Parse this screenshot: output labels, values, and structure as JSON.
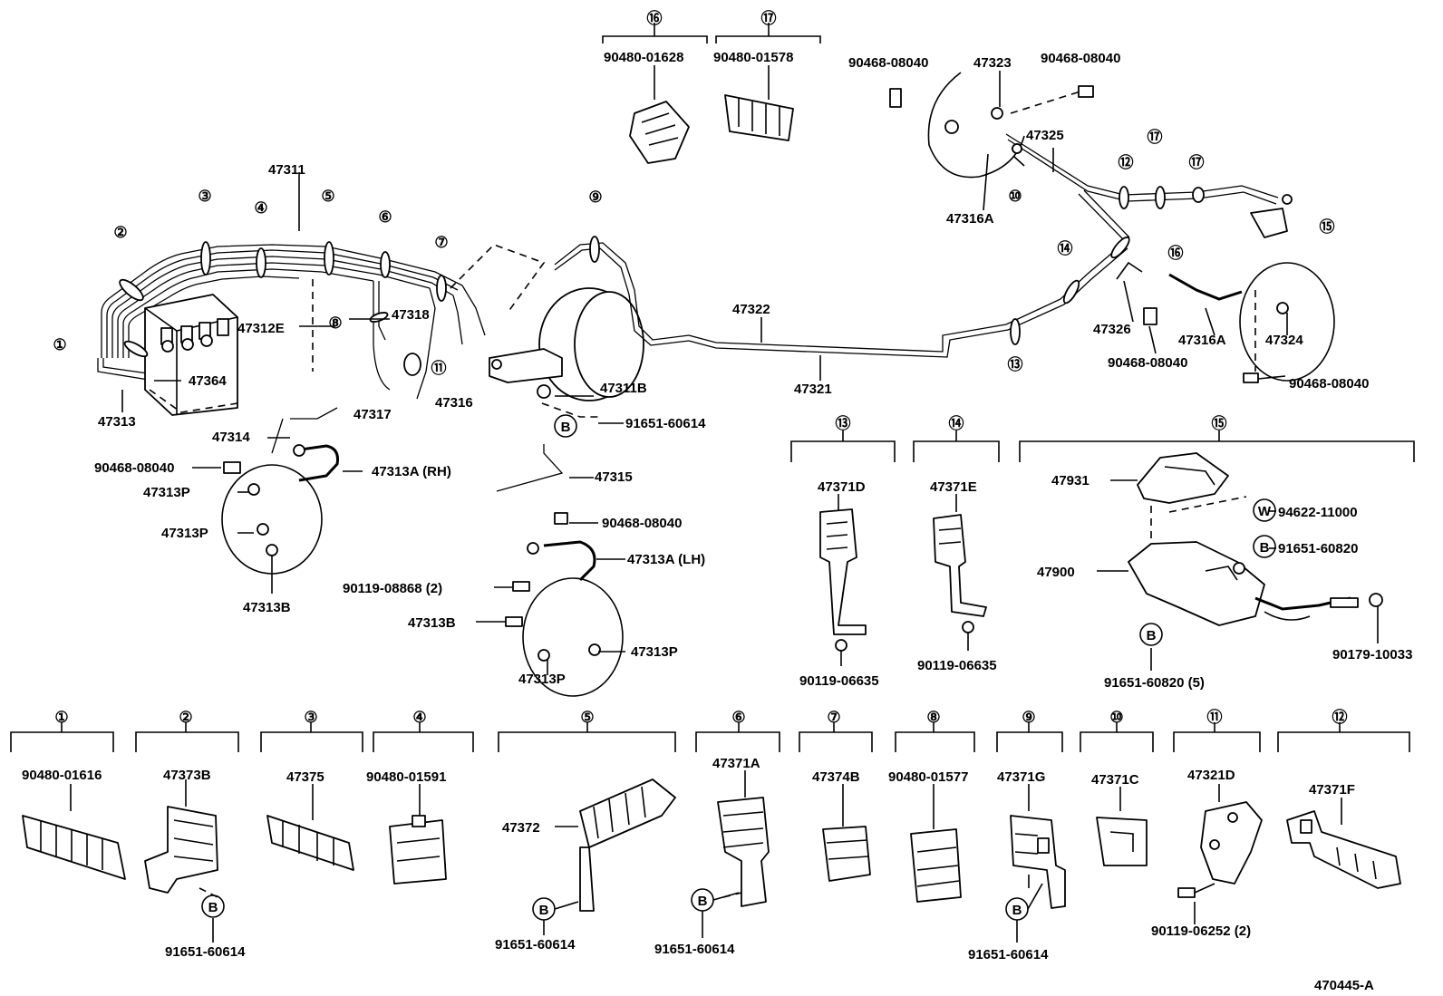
{
  "diagram_code": "470445-A",
  "labels": {
    "p47311": "47311",
    "p47312E": "47312E",
    "p47313": "47313",
    "p47364": "47364",
    "p47318": "47318",
    "p47317": "47317",
    "p47316": "47316",
    "p47314": "47314",
    "p90468_08040_left": "90468-08040",
    "p47313A_RH": "47313A (RH)",
    "p47313P_a": "47313P",
    "p47313P_b": "47313P",
    "p47313B_left": "47313B",
    "p47311B": "47311B",
    "p91651_60614_mid": "91651-60614",
    "p47315": "47315",
    "p90468_08040_mid": "90468-08040",
    "p47313A_LH": "47313A (LH)",
    "p90119_08868": "90119-08868 (2)",
    "p47313B_mid": "47313B",
    "p47313P_c": "47313P",
    "p47313P_d": "47313P",
    "p47322": "47322",
    "p47321": "47321",
    "p90468_08040_tl": "90468-08040",
    "p47323": "47323",
    "p90468_08040_tr": "90468-08040",
    "p47325": "47325",
    "p47316A_top": "47316A",
    "p47326": "47326",
    "p47316A_right": "47316A",
    "p47324": "47324",
    "p90468_08040_r1": "90468-08040",
    "p90468_08040_r2": "90468-08040",
    "p90480_01628": "90480-01628",
    "p90480_01578": "90480-01578",
    "p47371D": "47371D",
    "p90119_06635_a": "90119-06635",
    "p47371E": "47371E",
    "p90119_06635_b": "90119-06635",
    "p47931": "47931",
    "p94622_11000": "94622-11000",
    "p91651_60820": "91651-60820",
    "p47900": "47900",
    "p90179_10033": "90179-10033",
    "p91651_60820_5": "91651-60820 (5)",
    "p90480_01616": "90480-01616",
    "p47373B": "47373B",
    "p91651_60614_2": "91651-60614",
    "p47375": "47375",
    "p90480_01591": "90480-01591",
    "p47372": "47372",
    "p91651_60614_5": "91651-60614",
    "p47371A": "47371A",
    "p91651_60614_6": "91651-60614",
    "p47374B": "47374B",
    "p90480_01577": "90480-01577",
    "p47371G": "47371G",
    "p91651_60614_9": "91651-60614",
    "p47371C": "47371C",
    "p47321D": "47321D",
    "p90119_06252": "90119-06252 (2)",
    "p47371F": "47371F"
  },
  "callouts": {
    "c1": "①",
    "c2": "②",
    "c3": "③",
    "c4": "④",
    "c5": "⑤",
    "c6": "⑥",
    "c7": "⑦",
    "c8": "⑧",
    "c9": "⑨",
    "c10": "⑩",
    "c11": "⑪",
    "c12": "⑫",
    "c13": "⑬",
    "c14": "⑭",
    "c15": "⑮",
    "c16": "⑯",
    "c17": "⑰"
  },
  "bolt_marks": {
    "B": "B",
    "W": "W"
  }
}
